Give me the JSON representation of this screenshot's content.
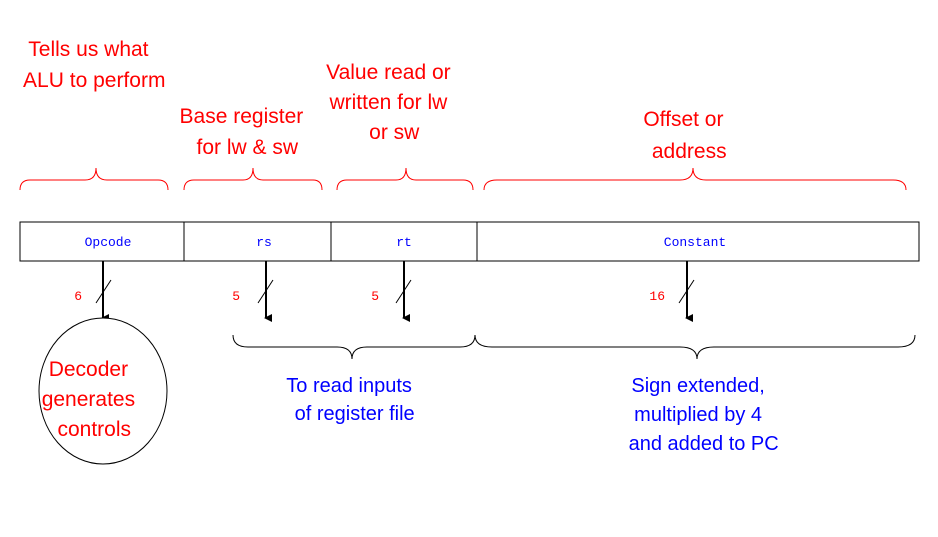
{
  "top_annotations": {
    "opcode": [
      "Tells us what",
      "ALU to perform"
    ],
    "rs": [
      "Base register",
      "for lw & sw"
    ],
    "rt": [
      "Value read or",
      "written for lw",
      "or sw"
    ],
    "constant": [
      "Offset or",
      "address"
    ]
  },
  "fields": {
    "opcode": "Opcode",
    "rs": "rs",
    "rt": "rt",
    "constant": "Constant"
  },
  "bit_widths": {
    "opcode": "6",
    "rs": "5",
    "rt": "5",
    "constant": "16"
  },
  "decoder": [
    "Decoder",
    "generates",
    "controls"
  ],
  "bottom_notes": {
    "registers": [
      "To read inputs",
      "of register file"
    ],
    "constant": [
      "Sign extended,",
      "multiplied by 4",
      "and added to PC"
    ]
  },
  "colors": {
    "annotation": "#ff0000",
    "field_text": "#0000ff",
    "note_text": "#0000ff",
    "lines": "#000000"
  }
}
